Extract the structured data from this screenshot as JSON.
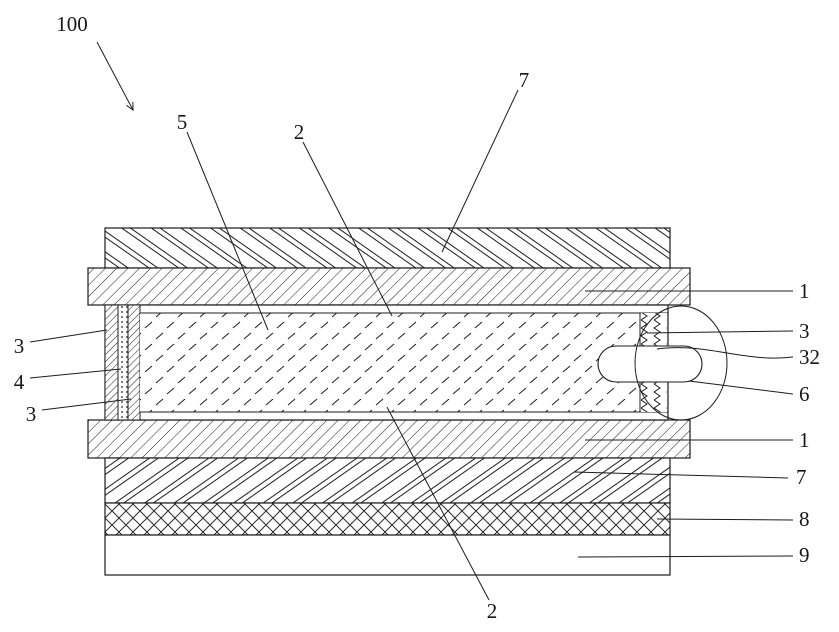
{
  "figure": {
    "labels": {
      "assembly": "100",
      "l5": "5",
      "l2_top": "2",
      "l7_top": "7",
      "l3_left_top": "3",
      "l4": "4",
      "l3_left_bottom": "3",
      "l1_top": "1",
      "l3_right": "3",
      "l32": "32",
      "l6": "6",
      "l1_bottom": "1",
      "l7_bottom": "7",
      "l8": "8",
      "l9": "9",
      "l2_bottom": "2"
    },
    "colors": {
      "ink": "#1c1c1c",
      "background": "#ffffff"
    }
  }
}
